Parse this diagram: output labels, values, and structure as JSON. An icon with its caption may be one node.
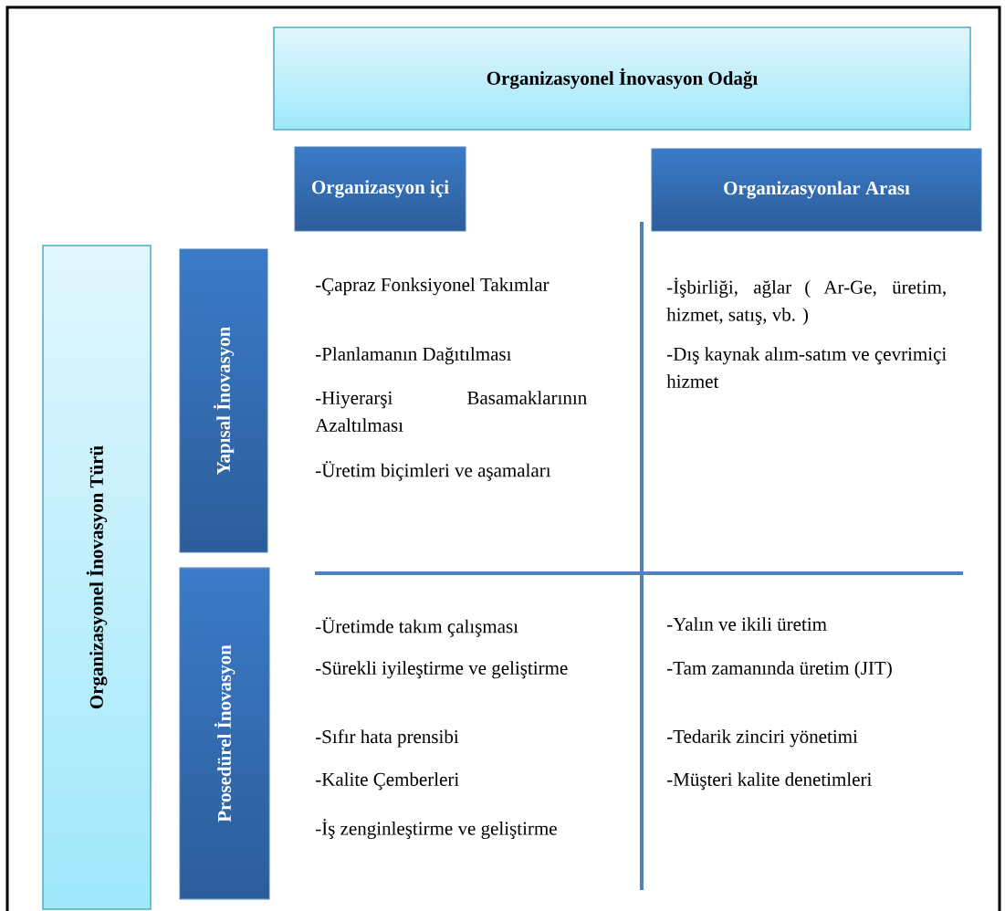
{
  "diagram": {
    "nodes": [
      {
        "text": [
          "Organizasyonel İnovasyon Odağı"
        ]
      },
      {
        "text": [
          "Organizasyon içi"
        ]
      },
      {
        "text": [
          "Organizasyonlar Arası"
        ]
      },
      {
        "text": [
          "Organizasyonel İnovasyon Türü"
        ]
      },
      {
        "text": [
          "Yapısal İnovasyon"
        ]
      },
      {
        "text": [
          "Prosedürel İnovasyon"
        ]
      }
    ],
    "labels": [
      "-Çapraz Fonksiyonel Takımlar",
      "-Planlamanın Dağıtılması",
      "-Hiyerarşi Basamaklarının Azaltılması",
      "-Üretim biçimleri ve aşamaları",
      "-İşbirliği, ağlar ( Ar-Ge, üretim, hizmet, satış, vb. )",
      "-Dış kaynak alım-satım ve çevrimiçi hizmet",
      "-Üretimde takım çalışması",
      "-Sürekli iyileştirme ve geliştirme",
      "-Sıfır hata prensibi",
      "-Kalite Çemberleri",
      "-İş zenginleştirme ve geliştirme",
      "-Yalın ve ikili üretim",
      "-Tam zamanında üretim (JIT)",
      "-Tedarik zinciri yönetimi",
      "-Müşteri kalite denetimleri"
    ]
  }
}
